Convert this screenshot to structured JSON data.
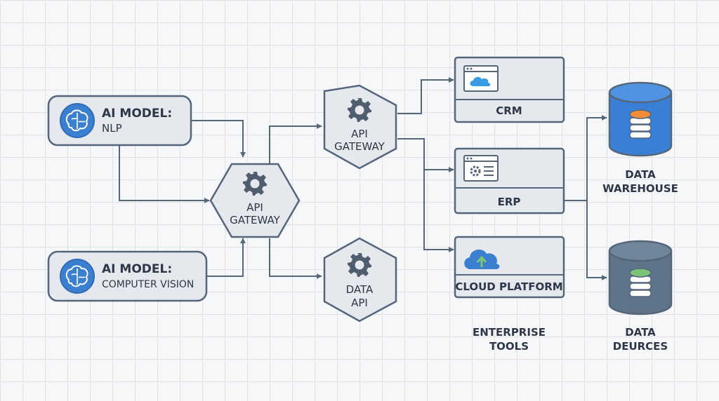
{
  "colors": {
    "node_fill": "#e5e8ec",
    "node_stroke": "#55657a",
    "accent_blue": "#3b7fd0",
    "db_blue": "#3a7fd6",
    "db_slate": "#5f7488",
    "orange": "#f28c38",
    "green": "#7cc576"
  },
  "models": [
    {
      "title": "AI MODEL:",
      "subtitle": "NLP",
      "icon": "brain-icon"
    },
    {
      "title": "AI MODEL:",
      "subtitle": "COMPUTER VISION",
      "icon": "brain-icon"
    }
  ],
  "gateways": {
    "main": {
      "line1": "API",
      "line2": "GATEWAY",
      "icon": "gear-icon"
    },
    "upper": {
      "line1": "API",
      "line2": "GATEWAY",
      "icon": "gear-icon"
    },
    "data": {
      "line1": "DATA",
      "line2": "API",
      "icon": "gear-icon"
    }
  },
  "tools": [
    {
      "label": "CRM",
      "icon": "browser-cloud-icon"
    },
    {
      "label": "ERP",
      "icon": "browser-gear-icon"
    },
    {
      "label": "CLOUD PLATFORM",
      "icon": "cloud-upload-icon"
    }
  ],
  "tools_caption": {
    "line1": "ENTERPRISE",
    "line2": "TOOLS"
  },
  "databases": [
    {
      "line1": "DATA",
      "line2": "WAREHOUSE",
      "icon": "database-icon"
    },
    {
      "line1": "DATA",
      "line2": "DEURCES",
      "icon": "database-icon"
    }
  ]
}
